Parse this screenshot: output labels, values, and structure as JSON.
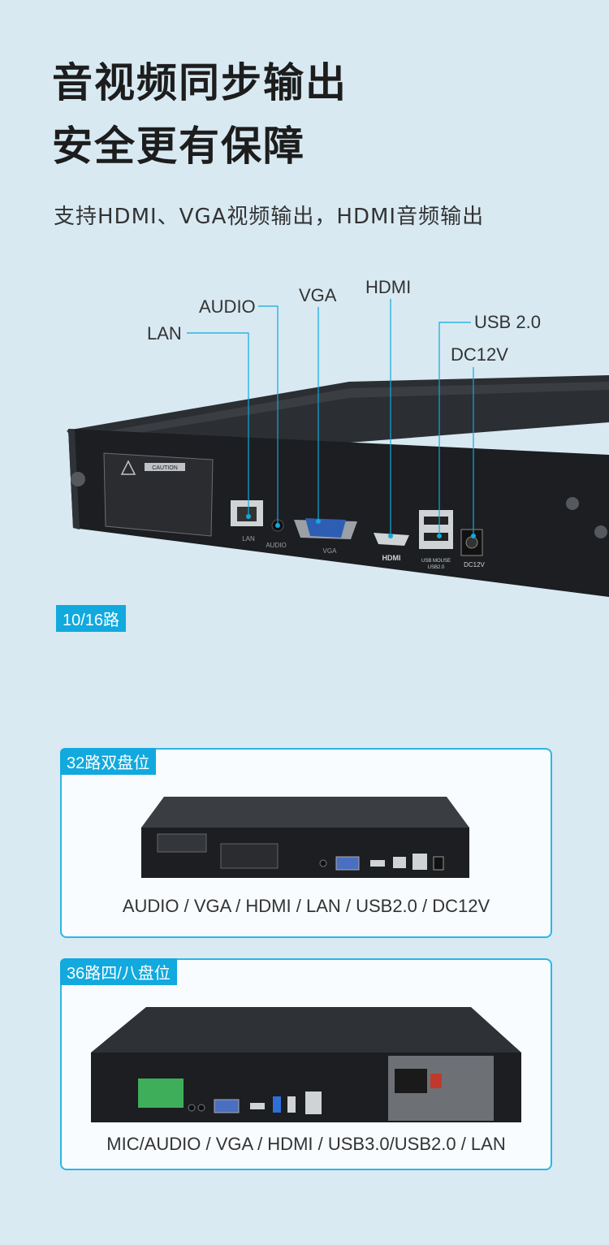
{
  "headline": {
    "line1": "音视频同步输出",
    "line2": "安全更有保障"
  },
  "subtitle": "支持HDMI、VGA视频输出，HDMI音频输出",
  "port_labels": {
    "audio": "AUDIO",
    "vga": "VGA",
    "hdmi": "HDMI",
    "lan": "LAN",
    "usb": "USB 2.0",
    "dc": "DC12V"
  },
  "device_markings": {
    "caution": "CAUTION",
    "lan": "LAN",
    "audio": "AUDIO",
    "vga": "VGA",
    "hdmi": "HDMI",
    "usb": "USB MOUSE",
    "usb_sub": "USB2.0",
    "dc": "DC12V"
  },
  "tag_10_16": "10/16路",
  "panel32": {
    "tag": "32路双盘位",
    "caption": "AUDIO / VGA / HDMI / LAN / USB2.0 / DC12V"
  },
  "panel36": {
    "tag": "36路四/八盘位",
    "caption": "MIC/AUDIO / VGA / HDMI / USB3.0/USB2.0 / LAN"
  },
  "colors": {
    "accent": "#11a9de",
    "background": "#d8e9f2",
    "device": "#1f2124"
  }
}
